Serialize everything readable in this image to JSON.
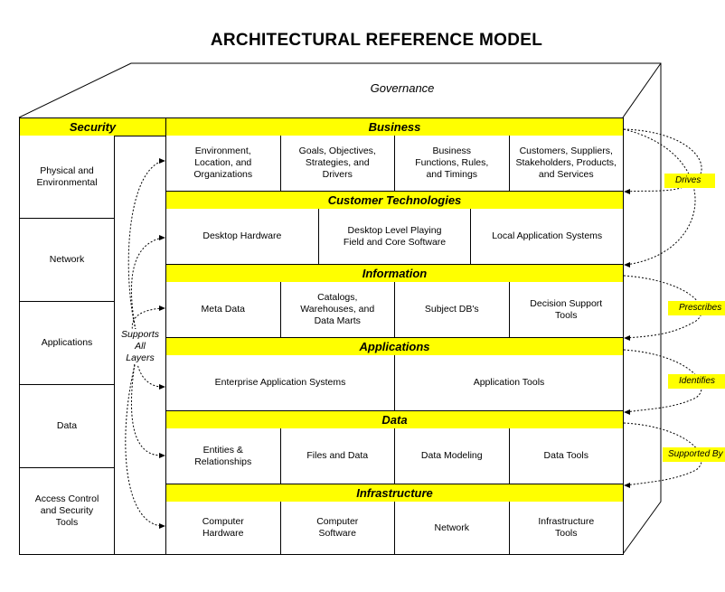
{
  "title": "ARCHITECTURAL REFERENCE MODEL",
  "governance": "Governance",
  "security": {
    "header": "Security",
    "items": [
      "Physical and\nEnvironmental",
      "Network",
      "Applications",
      "Data",
      "Access Control\nand Security\nTools"
    ],
    "supports_label": "Supports\nAll\nLayers"
  },
  "layers": [
    {
      "name": "Business",
      "cells": [
        "Environment,\nLocation, and\nOrganizations",
        "Goals, Objectives,\nStrategies, and\nDrivers",
        "Business\nFunctions, Rules,\nand Timings",
        "Customers, Suppliers,\nStakeholders, Products,\nand Services"
      ]
    },
    {
      "name": "Customer Technologies",
      "cells": [
        "Desktop Hardware",
        "Desktop Level Playing\nField and Core Software",
        "Local Application Systems"
      ]
    },
    {
      "name": "Information",
      "cells": [
        "Meta Data",
        "Catalogs,\nWarehouses, and\nData Marts",
        "Subject DB's",
        "Decision Support\nTools"
      ]
    },
    {
      "name": "Applications",
      "cells": [
        "Enterprise Application Systems",
        "Application Tools"
      ]
    },
    {
      "name": "Data",
      "cells": [
        "Entities &\nRelationships",
        "Files and Data",
        "Data Modeling",
        "Data Tools"
      ]
    },
    {
      "name": "Infrastructure",
      "cells": [
        "Computer\nHardware",
        "Computer\nSoftware",
        "Network",
        "Infrastructure\nTools"
      ]
    }
  ],
  "relations": [
    "Drives",
    "Prescribes",
    "Identifies",
    "Supported By"
  ]
}
